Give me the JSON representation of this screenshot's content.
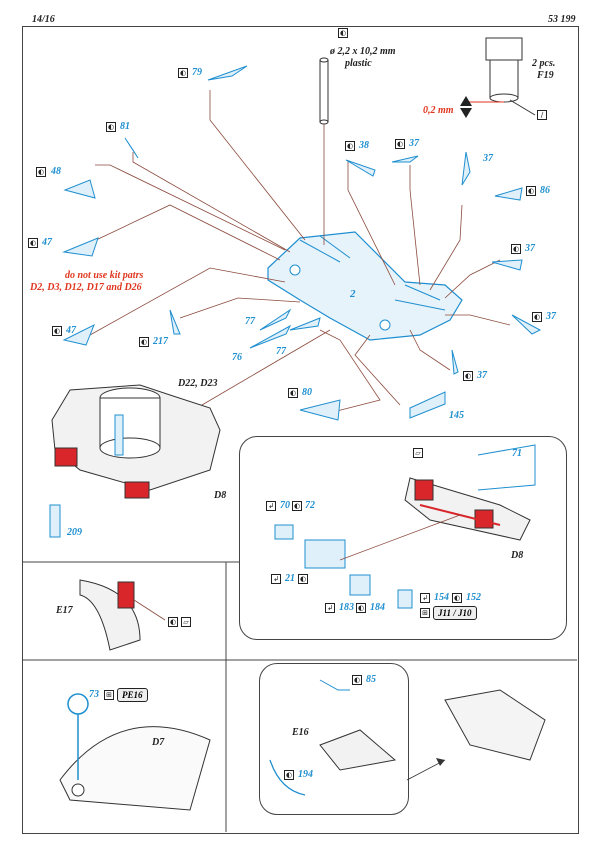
{
  "header": {
    "page": "14/16",
    "kit_number": "53 199"
  },
  "notes": {
    "plastic_rod": "ø 2,2 x 10,2 mm",
    "plastic_rod_material": "plastic",
    "pieces": "2 pcs.",
    "part_f19": "F19",
    "gap": "0,2 mm",
    "warning_line1": "do not use kit patrs",
    "warning_line2": "D2, D3, D12, D17 and D26"
  },
  "parts": {
    "p79": "79",
    "p81": "81",
    "p48": "48",
    "p47a": "47",
    "p47b": "47",
    "p38": "38",
    "p37a": "37",
    "p37b": "37",
    "p86": "86",
    "p37c": "37",
    "p37d": "37",
    "p37e": "37",
    "p2": "2",
    "p217": "217",
    "p77a": "77",
    "p77b": "77",
    "p76": "76",
    "p80": "80",
    "p145": "145",
    "p209": "209",
    "p71": "71",
    "p70": "70",
    "p72": "72",
    "p21": "21",
    "p154": "154",
    "p152": "152",
    "p183": "183",
    "p184": "184",
    "p73": "73",
    "p85": "85",
    "p194": "194"
  },
  "kit_labels": {
    "d22_d23": "D22, D23",
    "d8a": "D8",
    "d8b": "D8",
    "e17": "E17",
    "d7": "D7",
    "e16": "E16",
    "j11_j10": "J11 / J10",
    "pe16": "PE16"
  },
  "icons": {
    "bend": "bend-icon",
    "paint": "paint-icon",
    "glue": "glue-icon",
    "optional": "optional-icon",
    "cut": "cut-icon"
  },
  "colors": {
    "etch_blue": "#1f8fd0",
    "accent_red": "#e0361f",
    "kit_red": "#d8262b"
  }
}
